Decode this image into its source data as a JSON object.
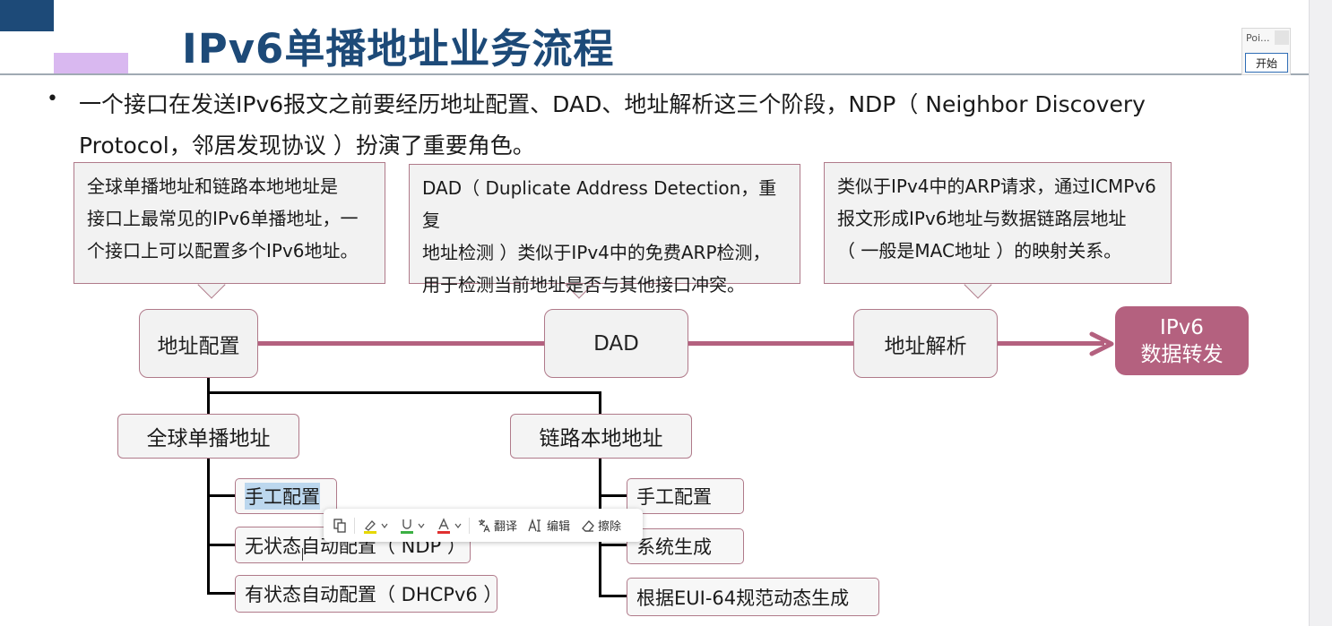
{
  "slide": {
    "title": "IPv6单播地址业务流程",
    "bullet_dot": "•",
    "bullet_line1": "一个接口在发送IPv6报文之前要经历地址配置、DAD、地址解析这三个阶段，NDP（ Neighbor Discovery",
    "bullet_line2": "Protocol，邻居发现协议 ）扮演了重要角色。"
  },
  "callouts": {
    "address_config": [
      "全球单播地址和链路本地地址是",
      "接口上最常见的IPv6单播地址，一",
      "个接口上可以配置多个IPv6地址。"
    ],
    "dad": [
      "DAD（ Duplicate Address Detection，重复",
      "地址检测 ）类似于IPv4中的免费ARP检测，",
      "用于检测当前地址是否与其他接口冲突。"
    ],
    "resolution": [
      "类似于IPv4中的ARP请求，通过ICMPv6",
      "报文形成IPv6地址与数据链路层地址",
      "（ 一般是MAC地址 ）的映射关系。"
    ]
  },
  "flow": {
    "step1": "地址配置",
    "step2": "DAD",
    "step3": "地址解析",
    "final_line1": "IPv6",
    "final_line2": "数据转发"
  },
  "tree": {
    "global_unicast": "全球单播地址",
    "link_local": "链路本地地址",
    "global_items": [
      "手工配置",
      "无状态自动配置（ NDP ）",
      "有状态自动配置（ DHCPv6 ）"
    ],
    "link_items": [
      "手工配置",
      "系统生成",
      "根据EUI-64规范动态生成"
    ]
  },
  "toolbar": {
    "translate": "翻译",
    "edit": "编辑",
    "erase": "擦除"
  },
  "mini_window": {
    "label": "Poi...",
    "start_button": "开始"
  },
  "colors": {
    "title": "#1d4a78",
    "accent": "#b4617f",
    "corner_block": "#1d4a78",
    "lavender_block": "#d9b8f0"
  }
}
